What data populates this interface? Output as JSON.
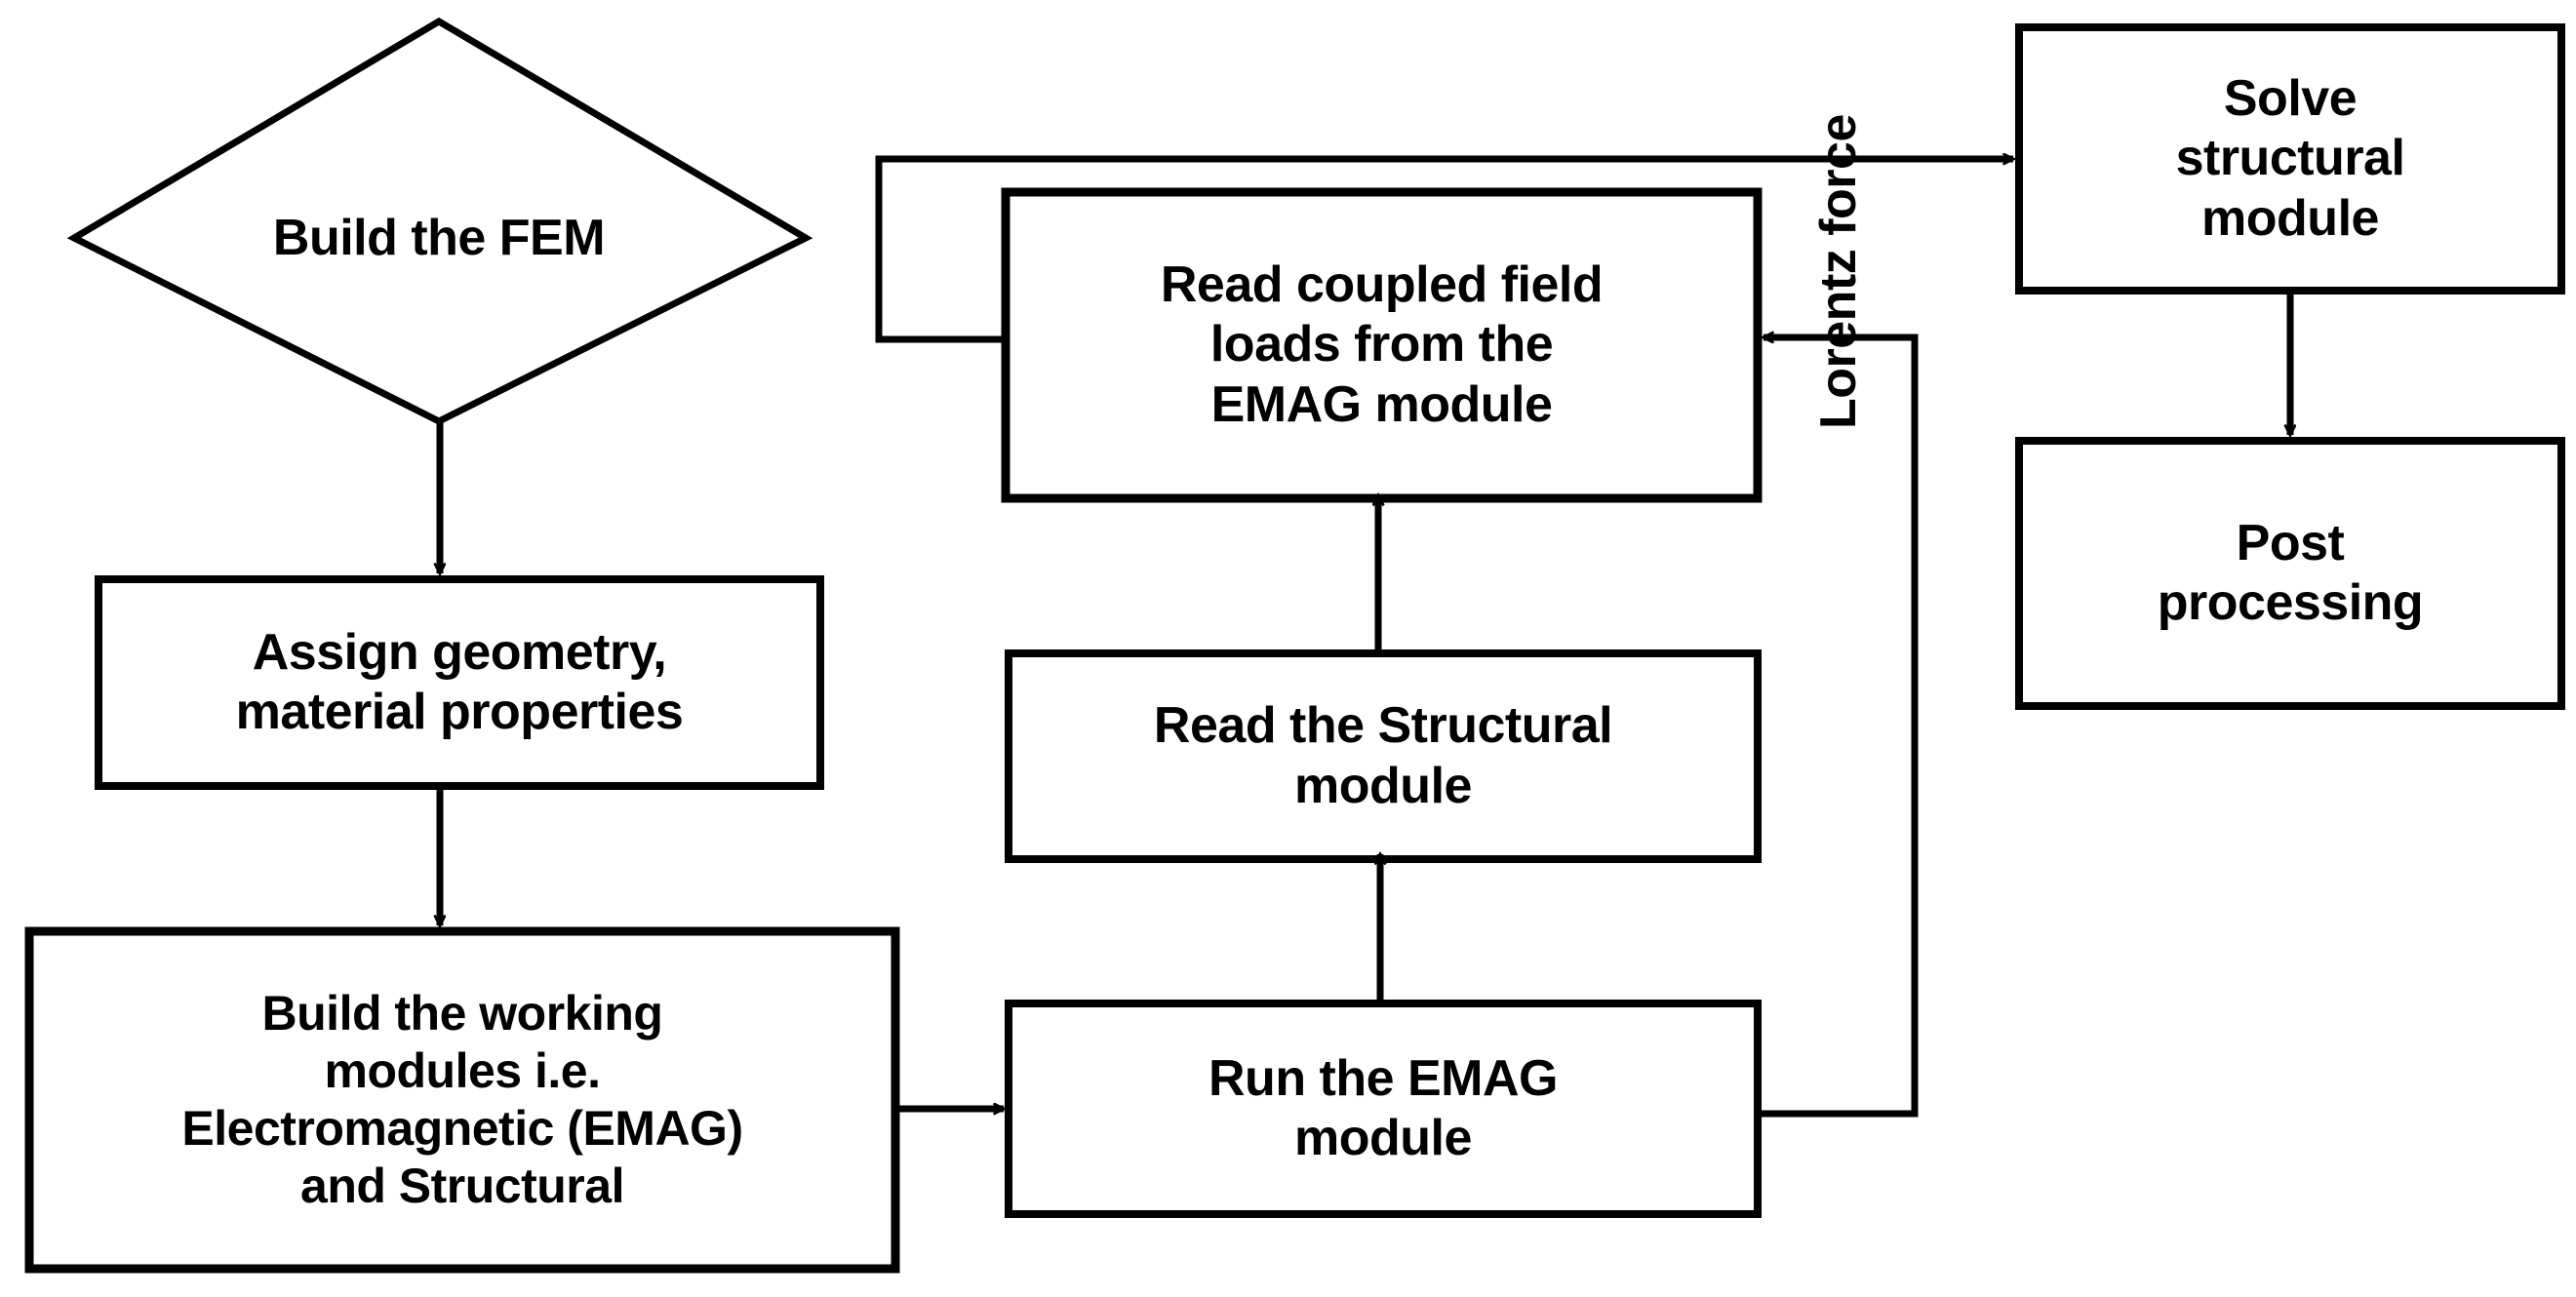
{
  "diagram": {
    "title": "FEM coupled-field simulation workflow",
    "type": "flowchart",
    "background_color": "#ffffff",
    "stroke_color": "#000000",
    "text_color": "#000000"
  },
  "nodes": {
    "build_fem": {
      "label": "Build the FEM",
      "shape": "diamond"
    },
    "assign_geometry": {
      "label": "Assign geometry,\nmaterial properties",
      "shape": "rectangle"
    },
    "build_modules": {
      "label": "Build the working\nmodules i.e.\nElectromagnetic (EMAG)\nand Structural",
      "shape": "rectangle"
    },
    "run_emag": {
      "label": "Run the EMAG\nmodule",
      "shape": "rectangle"
    },
    "read_structural": {
      "label": "Read the Structural\nmodule",
      "shape": "rectangle"
    },
    "read_coupled": {
      "label": "Read coupled field\nloads from the\nEMAG module",
      "shape": "rectangle"
    },
    "solve_structural": {
      "label": "Solve\nstructural\nmodule",
      "shape": "rectangle"
    },
    "post_processing": {
      "label": "Post\nprocessing",
      "shape": "rectangle"
    }
  },
  "edges": {
    "lorentz_force": {
      "label": "Lorentz force",
      "orientation": "vertical"
    },
    "build_fem_to_assign": {
      "label": ""
    },
    "assign_to_modules": {
      "label": ""
    },
    "modules_to_emag": {
      "label": ""
    },
    "emag_to_read_structural": {
      "label": ""
    },
    "read_structural_to_coupled": {
      "label": ""
    },
    "coupled_to_solve": {
      "label": ""
    },
    "solve_to_post": {
      "label": ""
    }
  }
}
